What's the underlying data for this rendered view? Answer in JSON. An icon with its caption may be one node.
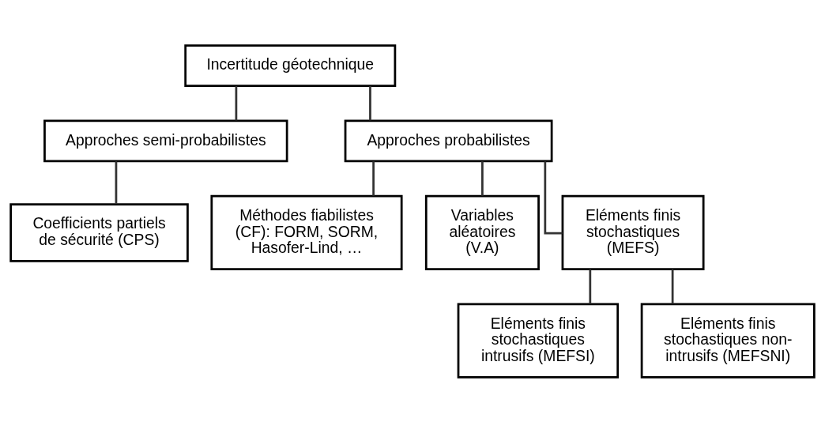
{
  "diagram": {
    "nodes": [
      {
        "text": [
          "Incertitude géotechnique"
        ]
      },
      {
        "text": [
          "Approches semi-probabilistes"
        ]
      },
      {
        "text": [
          "Approches probabilistes"
        ]
      },
      {
        "text": [
          "Coefficients partiels de sécurité (CPS)"
        ]
      },
      {
        "text": [
          "Méthodes fiabilistes (CF): FORM, SORM, Hasofer-Lind, …"
        ]
      },
      {
        "text": [
          "Variables aléatoires (V.A)"
        ]
      },
      {
        "text": [
          "Eléments finis stochastiques (MEFS)"
        ]
      },
      {
        "text": [
          "Eléments finis stochastiques intrusifs (MEFSI)"
        ]
      },
      {
        "text": [
          "Eléments finis stochastiques non-intrusifs (MEFSNI)"
        ]
      }
    ],
    "edges": [
      {
        "from": 0,
        "to": 1,
        "arrow": "none"
      },
      {
        "from": 0,
        "to": 2,
        "arrow": "none"
      },
      {
        "from": 1,
        "to": 3,
        "arrow": "none"
      },
      {
        "from": 2,
        "to": 4,
        "arrow": "none"
      },
      {
        "from": 2,
        "to": 5,
        "arrow": "none"
      },
      {
        "from": 2,
        "to": 6,
        "arrow": "none"
      },
      {
        "from": 6,
        "to": 7,
        "arrow": "none"
      },
      {
        "from": 6,
        "to": 8,
        "arrow": "none"
      }
    ]
  }
}
